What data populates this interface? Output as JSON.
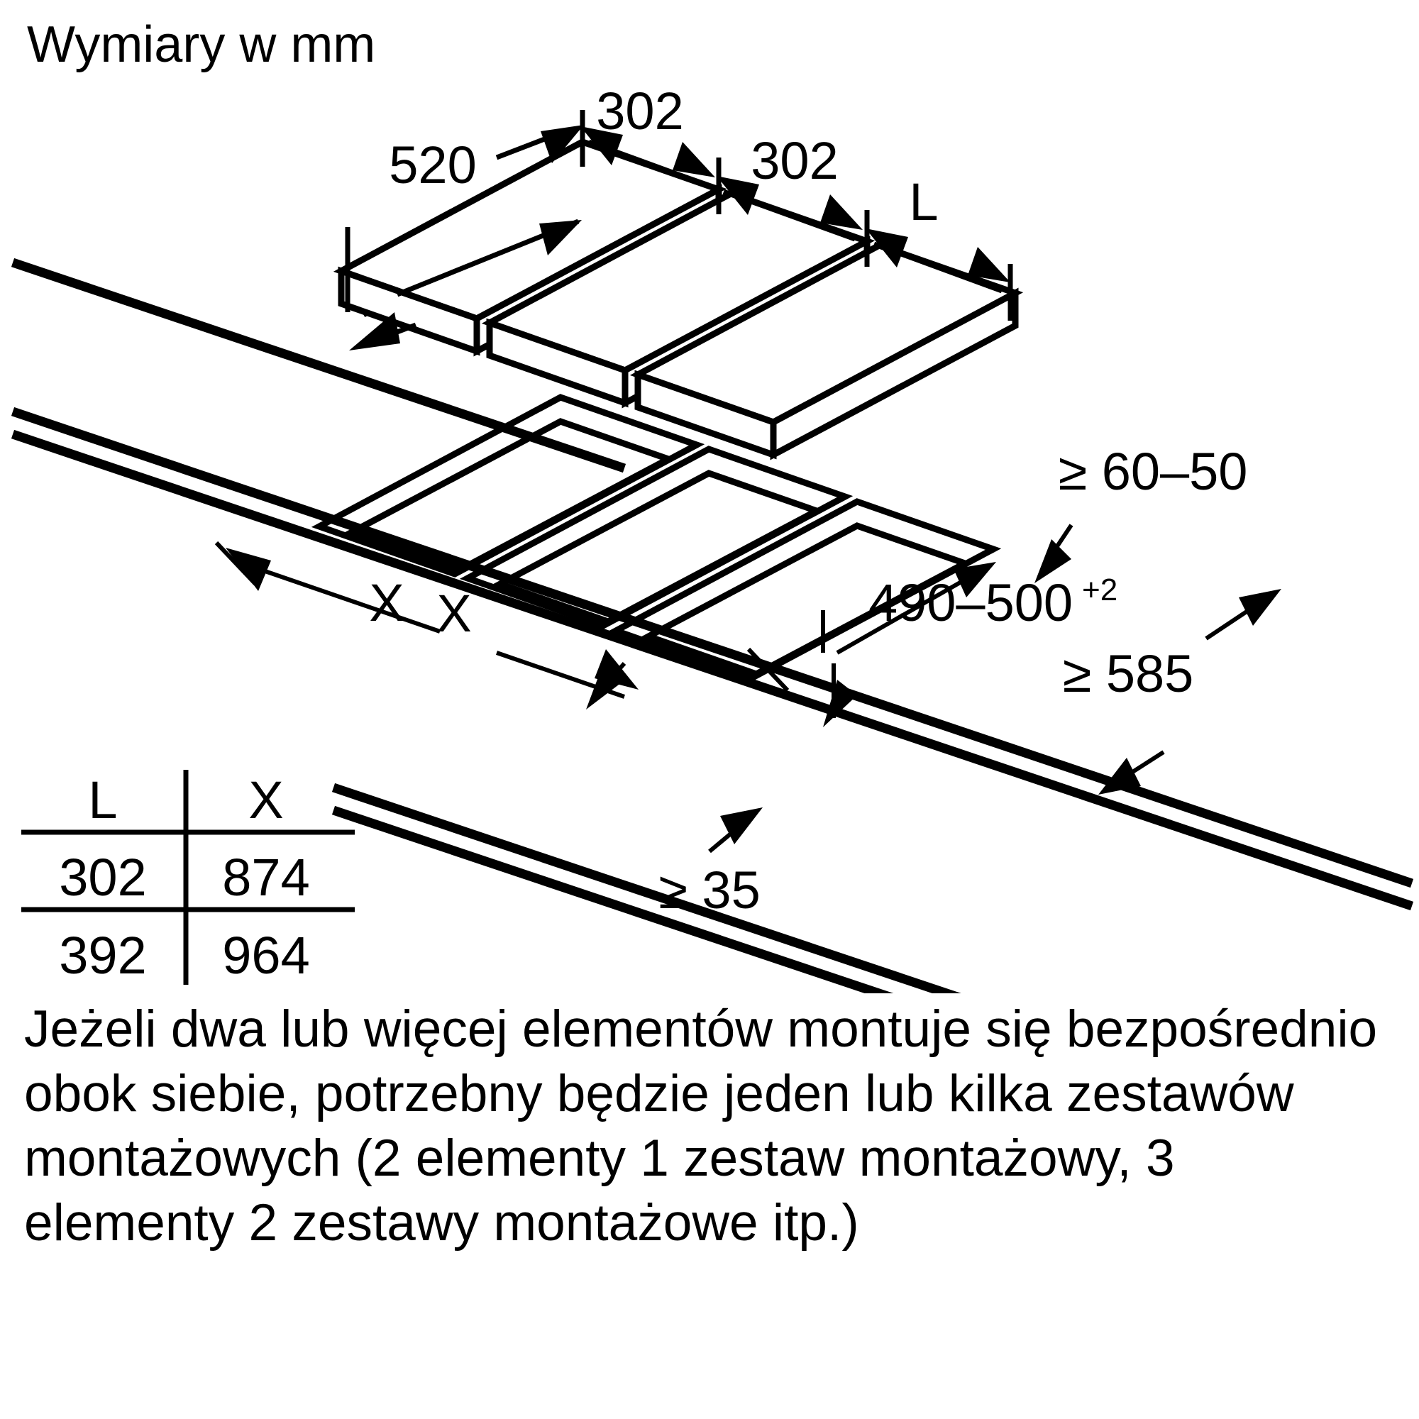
{
  "title": "Wymiary w mm",
  "dimensions": {
    "depth_520": "520",
    "width_a_302": "302",
    "width_b_302": "302",
    "label_L": "L",
    "gap_60_50": "≥ 60–50",
    "cutout_depth": "490–500",
    "cutout_depth_tolerance": "+2",
    "height_585": "≥ 585",
    "edge_35": "≥ 35",
    "span_X_left": "X",
    "span_X_right": "X"
  },
  "table": {
    "headers": [
      "L",
      "X"
    ],
    "rows": [
      [
        "302",
        "874"
      ],
      [
        "392",
        "964"
      ]
    ]
  },
  "note": "Jeżeli dwa lub więcej elementów montuje się bezpośrednio obok siebie, potrzebny będzie jeden lub kilka zestawów montażowych (2 elementy 1 zestaw montażowy, 3 elementy 2 zestawy montażowe itp.)",
  "colors": {
    "ink": "#000000",
    "paper": "#ffffff"
  }
}
